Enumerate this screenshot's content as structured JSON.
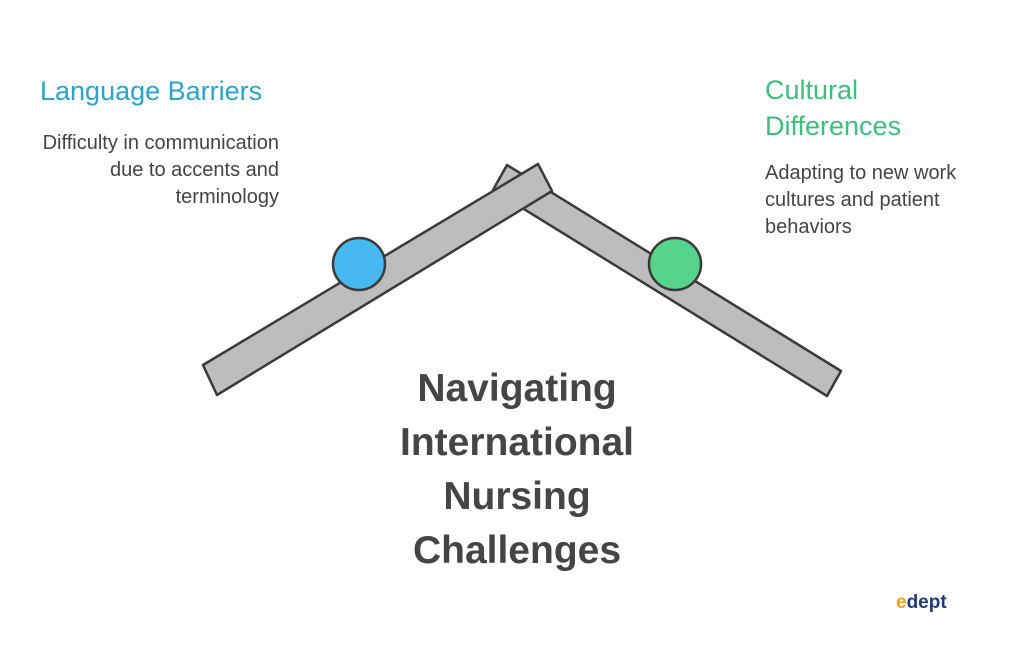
{
  "left_card": {
    "title": "Language Barriers",
    "description": "Difficulty in communication due to accents and terminology",
    "color": "#29a3cf"
  },
  "right_card": {
    "title": "Cultural Differences",
    "description": "Adapting to new work cultures and patient behaviors",
    "color": "#3cbf7c"
  },
  "center": {
    "title": "Navigating International Nursing Challenges"
  },
  "brand": {
    "e_glyph": "e",
    "rest": "dept"
  },
  "colors": {
    "beam_fill": "#bdbdbd",
    "beam_stroke": "#3a3a3a",
    "ball_left_fill": "#48b8f0",
    "ball_right_fill": "#57d48c",
    "brand_accent": "#f2a31b",
    "brand_text": "#1f3b7a"
  }
}
